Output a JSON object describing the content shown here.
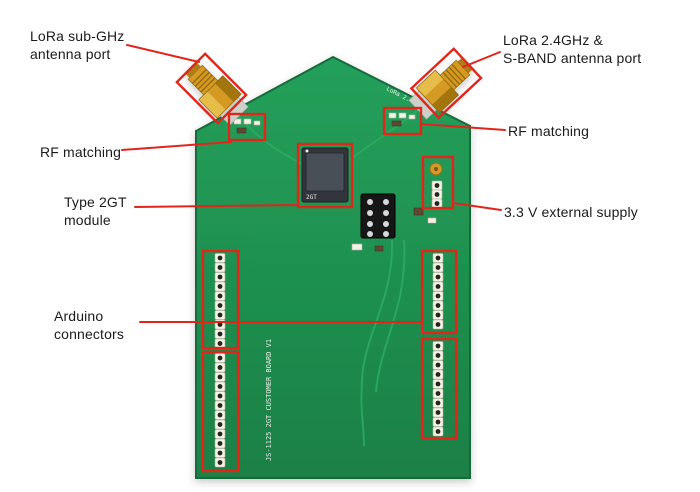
{
  "figure": {
    "background": "#ffffff"
  },
  "annotations": {
    "lora_subghz": {
      "line1": "LoRa sub-GHz",
      "line2": "antenna port"
    },
    "lora_24ghz": {
      "line1": "LoRa 2.4GHz &",
      "line2": "S-BAND antenna port"
    },
    "rf_matching_left": {
      "label": "RF matching"
    },
    "rf_matching_right": {
      "label": "RF matching"
    },
    "type_2gt_module": {
      "line1": "Type 2GT",
      "line2": "module"
    },
    "external_supply": {
      "label": "3.3 V external supply"
    },
    "arduino_connectors": {
      "line1": "Arduino",
      "line2": "connectors"
    }
  },
  "board": {
    "silkscreen_board_name": "JS-1125 2GT CUSTOMER BOARD V1",
    "silkscreen_right_edge": "LoRa 2.4G",
    "module_marking": "2GT"
  },
  "colors": {
    "annotation_red": "#e1251b",
    "pcb_green": "#1f9150",
    "connector_gold": "#d79c23"
  }
}
